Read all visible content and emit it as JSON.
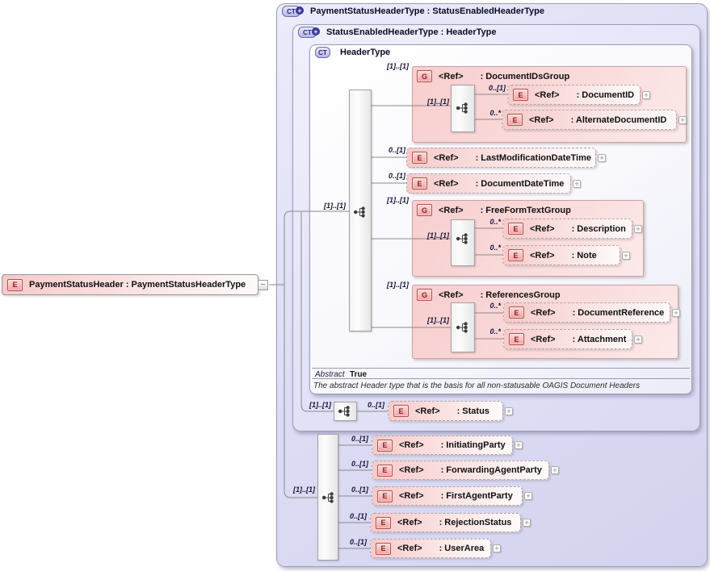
{
  "icons": {
    "ct": "CT",
    "plus": "+",
    "element": "E",
    "group": "G",
    "expand": "+",
    "collapse": "−"
  },
  "root": {
    "label": "PaymentStatusHeader : PaymentStatusHeaderType"
  },
  "containers": {
    "paymentStatusHeaderType": {
      "title": "PaymentStatusHeaderType : StatusEnabledHeaderType"
    },
    "statusEnabledHeaderType": {
      "title": "StatusEnabledHeaderType : HeaderType"
    },
    "headerType": {
      "title": "HeaderType"
    }
  },
  "abstract": {
    "label": "Abstract",
    "value": "True",
    "caption": "The abstract Header type that is the basis for all non-statusable OAGIS Document Headers"
  },
  "sequences": {
    "header": {
      "occurs": "[1]..[1]"
    },
    "documentIDs": {
      "occurs": "[1]..[1]"
    },
    "freeFormText": {
      "occurs": "[1]..[1]"
    },
    "references": {
      "occurs": "[1]..[1]"
    },
    "status": {
      "occurs": "[1]..[1]"
    },
    "party": {
      "occurs": "[1]..[1]"
    }
  },
  "nodes": {
    "documentIDsGroup": {
      "occurs": "[1]..[1]",
      "ref": "<Ref>",
      "name": ": DocumentIDsGroup"
    },
    "documentID": {
      "occurs": "0..[1]",
      "ref": "<Ref>",
      "name": ": DocumentID"
    },
    "alternateDocumentID": {
      "occurs": "0..*",
      "ref": "<Ref>",
      "name": ": AlternateDocumentID"
    },
    "lastModificationDateTime": {
      "occurs": "0..[1]",
      "ref": "<Ref>",
      "name": ": LastModificationDateTime"
    },
    "documentDateTime": {
      "occurs": "0..[1]",
      "ref": "<Ref>",
      "name": ": DocumentDateTime"
    },
    "freeFormTextGroup": {
      "occurs": "[1]..[1]",
      "ref": "<Ref>",
      "name": ": FreeFormTextGroup"
    },
    "description": {
      "occurs": "0..*",
      "ref": "<Ref>",
      "name": ": Description"
    },
    "note": {
      "occurs": "0..*",
      "ref": "<Ref>",
      "name": ": Note"
    },
    "referencesGroup": {
      "occurs": "[1]..[1]",
      "ref": "<Ref>",
      "name": ": ReferencesGroup"
    },
    "documentReference": {
      "occurs": "0..*",
      "ref": "<Ref>",
      "name": ": DocumentReference"
    },
    "attachment": {
      "occurs": "0..*",
      "ref": "<Ref>",
      "name": ": Attachment"
    },
    "status": {
      "occurs": "0..[1]",
      "ref": "<Ref>",
      "name": ": Status"
    },
    "initiatingParty": {
      "occurs": "0..[1]",
      "ref": "<Ref>",
      "name": ": InitiatingParty"
    },
    "forwardingAgentParty": {
      "occurs": "0..[1]",
      "ref": "<Ref>",
      "name": ": ForwardingAgentParty"
    },
    "firstAgentParty": {
      "occurs": "0..[1]",
      "ref": "<Ref>",
      "name": ": FirstAgentParty"
    },
    "rejectionStatus": {
      "occurs": "0..[1]",
      "ref": "<Ref>",
      "name": ": RejectionStatus"
    },
    "userArea": {
      "occurs": "0..[1]",
      "ref": "<Ref>",
      "name": ": UserArea"
    }
  }
}
